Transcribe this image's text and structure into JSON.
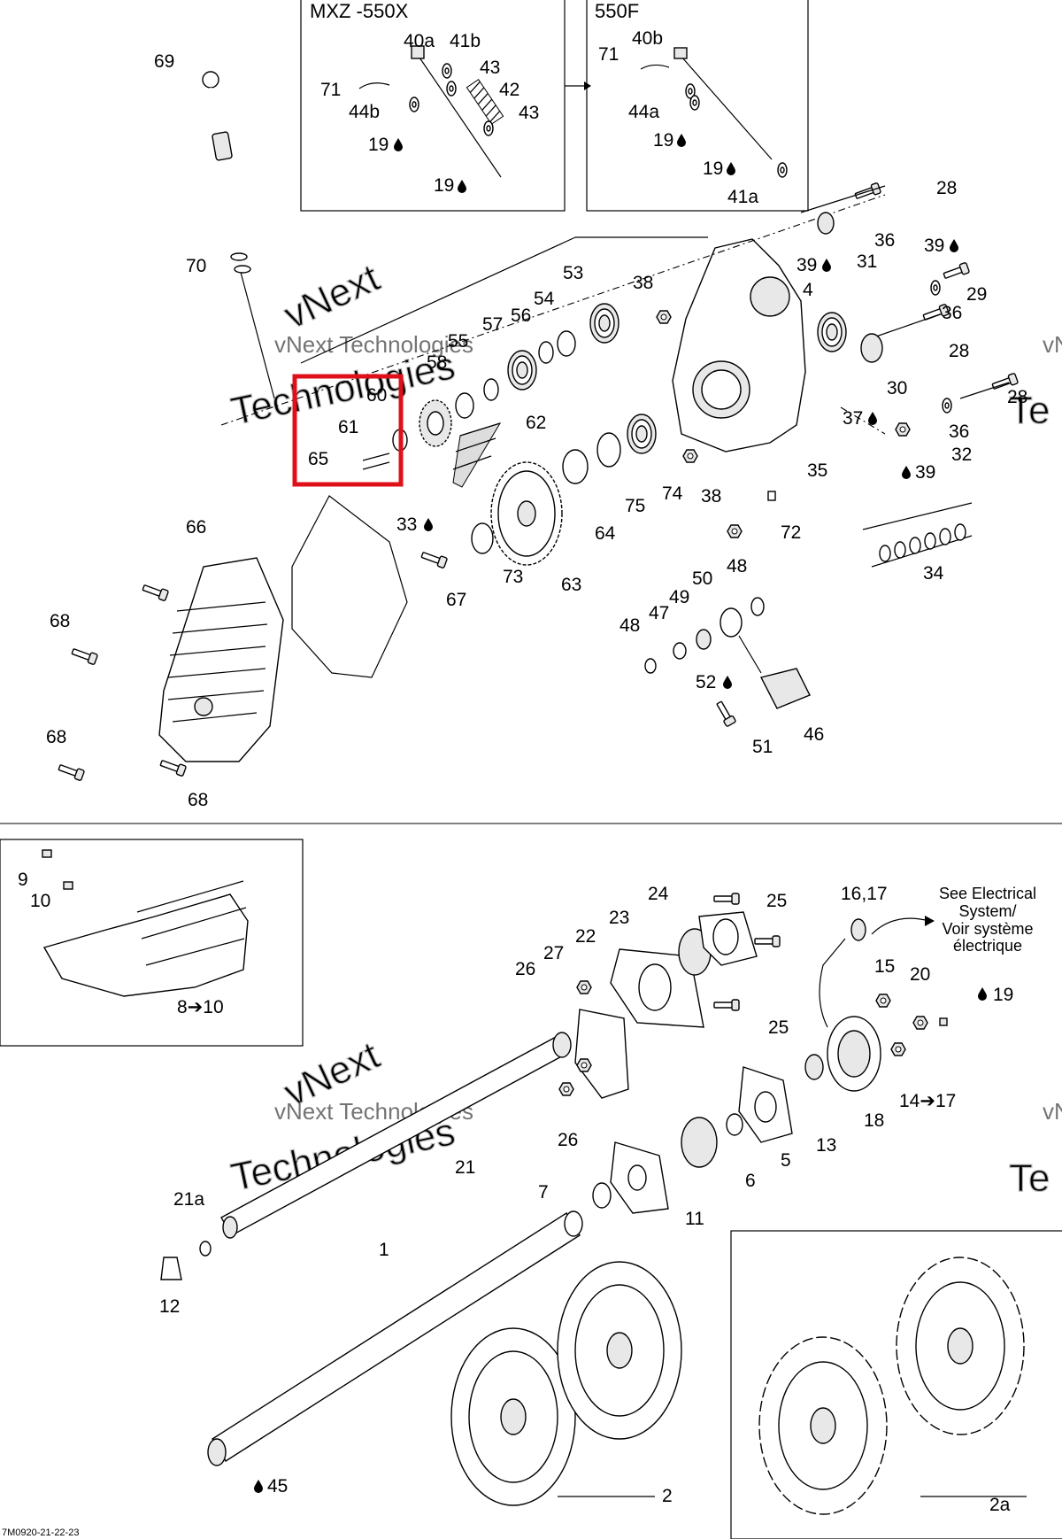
{
  "diagram": {
    "inset_titles": [
      "MXZ -550X",
      "550F"
    ],
    "callouts": {
      "c69": "69",
      "c70": "70",
      "c71a": "71",
      "c40a": "40a",
      "c41b": "41b",
      "c43a": "43",
      "c42": "42",
      "c43b": "43",
      "c44b": "44b",
      "c19a": "19",
      "c19b": "19",
      "c71b": "71",
      "c40b": "40b",
      "c44a": "44a",
      "c19c": "19",
      "c19d": "19",
      "c41a": "41a",
      "c28a": "28",
      "c36a": "36",
      "c31": "31",
      "c39a": "39",
      "c39b": "39",
      "c29": "29",
      "c4": "4",
      "c36b": "36",
      "c28b": "28",
      "c30": "30",
      "c28c": "28",
      "c37": "37",
      "c36c": "36",
      "c32": "32",
      "c39c": "39",
      "c35": "35",
      "c53": "53",
      "c38a": "38",
      "c54": "54",
      "c56": "56",
      "c57": "57",
      "c55": "55",
      "c58": "58",
      "c60": "60",
      "c61": "61",
      "c65": "65",
      "c62": "62",
      "c33": "33",
      "c64": "64",
      "c75": "75",
      "c74": "74",
      "c38b": "38",
      "c72": "72",
      "c73": "73",
      "c63": "63",
      "c67": "67",
      "c34": "34",
      "c66": "66",
      "c68a": "68",
      "c68b": "68",
      "c68c": "68",
      "c48a": "48",
      "c50": "50",
      "c49": "49",
      "c47": "47",
      "c48b": "48",
      "c52": "52",
      "c51": "51",
      "c46": "46",
      "c9": "9",
      "c10": "10",
      "c8to10": "8➔10",
      "c24": "24",
      "c25a": "25",
      "c23": "23",
      "c22": "22",
      "c27": "27",
      "c26a": "26",
      "c25b": "25",
      "c26b": "26",
      "c21": "21",
      "c21a": "21a",
      "c12": "12",
      "c1": "1",
      "c7": "7",
      "c11": "11",
      "c6": "6",
      "c5": "5",
      "c13": "13",
      "c18": "18",
      "c1417": "14➔17",
      "c20": "20",
      "c19e": "19",
      "c15": "15",
      "c1617": "16,17",
      "c45": "45",
      "c2": "2",
      "c2a": "2a"
    },
    "electrical_note": [
      "See Electrical",
      "System/",
      "Voir système",
      "électrique"
    ],
    "watermarks": [
      "vNext",
      "vNext Technologies",
      "Technologies",
      "vNext",
      "vNext Technologies",
      "Technologies",
      "vN",
      "Te",
      "vN",
      "Te"
    ],
    "footer_code": "7M0920-21-22-23",
    "highlight_color": "#e0101a"
  }
}
